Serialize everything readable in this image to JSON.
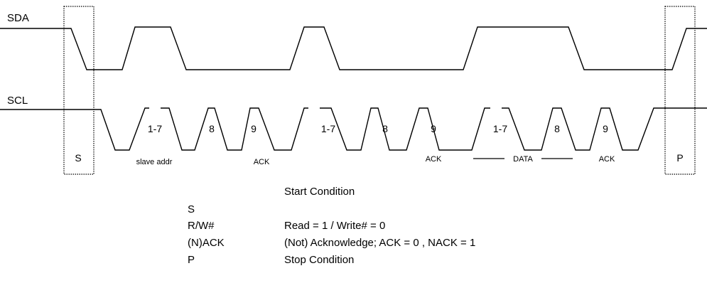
{
  "signals": {
    "sda": "SDA",
    "scl": "SCL"
  },
  "boxes": {
    "start": "S",
    "stop": "P"
  },
  "bit_groups": {
    "group1": {
      "bits": "1-7",
      "bit8": "8",
      "bit9": "9"
    },
    "group2": {
      "bits": "1-7",
      "bit8": "8",
      "bit9": "9"
    },
    "group3": {
      "bits": "1-7",
      "bit8": "8",
      "bit9": "9"
    }
  },
  "annotations": {
    "slave_addr": "slave addr",
    "ack1": "ACK",
    "ack2": "ACK",
    "data": "DATA",
    "ack3": "ACK"
  },
  "legend": {
    "title": "Start Condition",
    "rows": [
      {
        "key": "S",
        "desc": ""
      },
      {
        "key": "R/W#",
        "desc": "Read = 1 / Write# = 0"
      },
      {
        "key": "(N)ACK",
        "desc": "(Not) Acknowledge;  ACK = 0 ,  NACK = 1"
      },
      {
        "key": "P",
        "desc": "Stop Condition"
      }
    ]
  }
}
